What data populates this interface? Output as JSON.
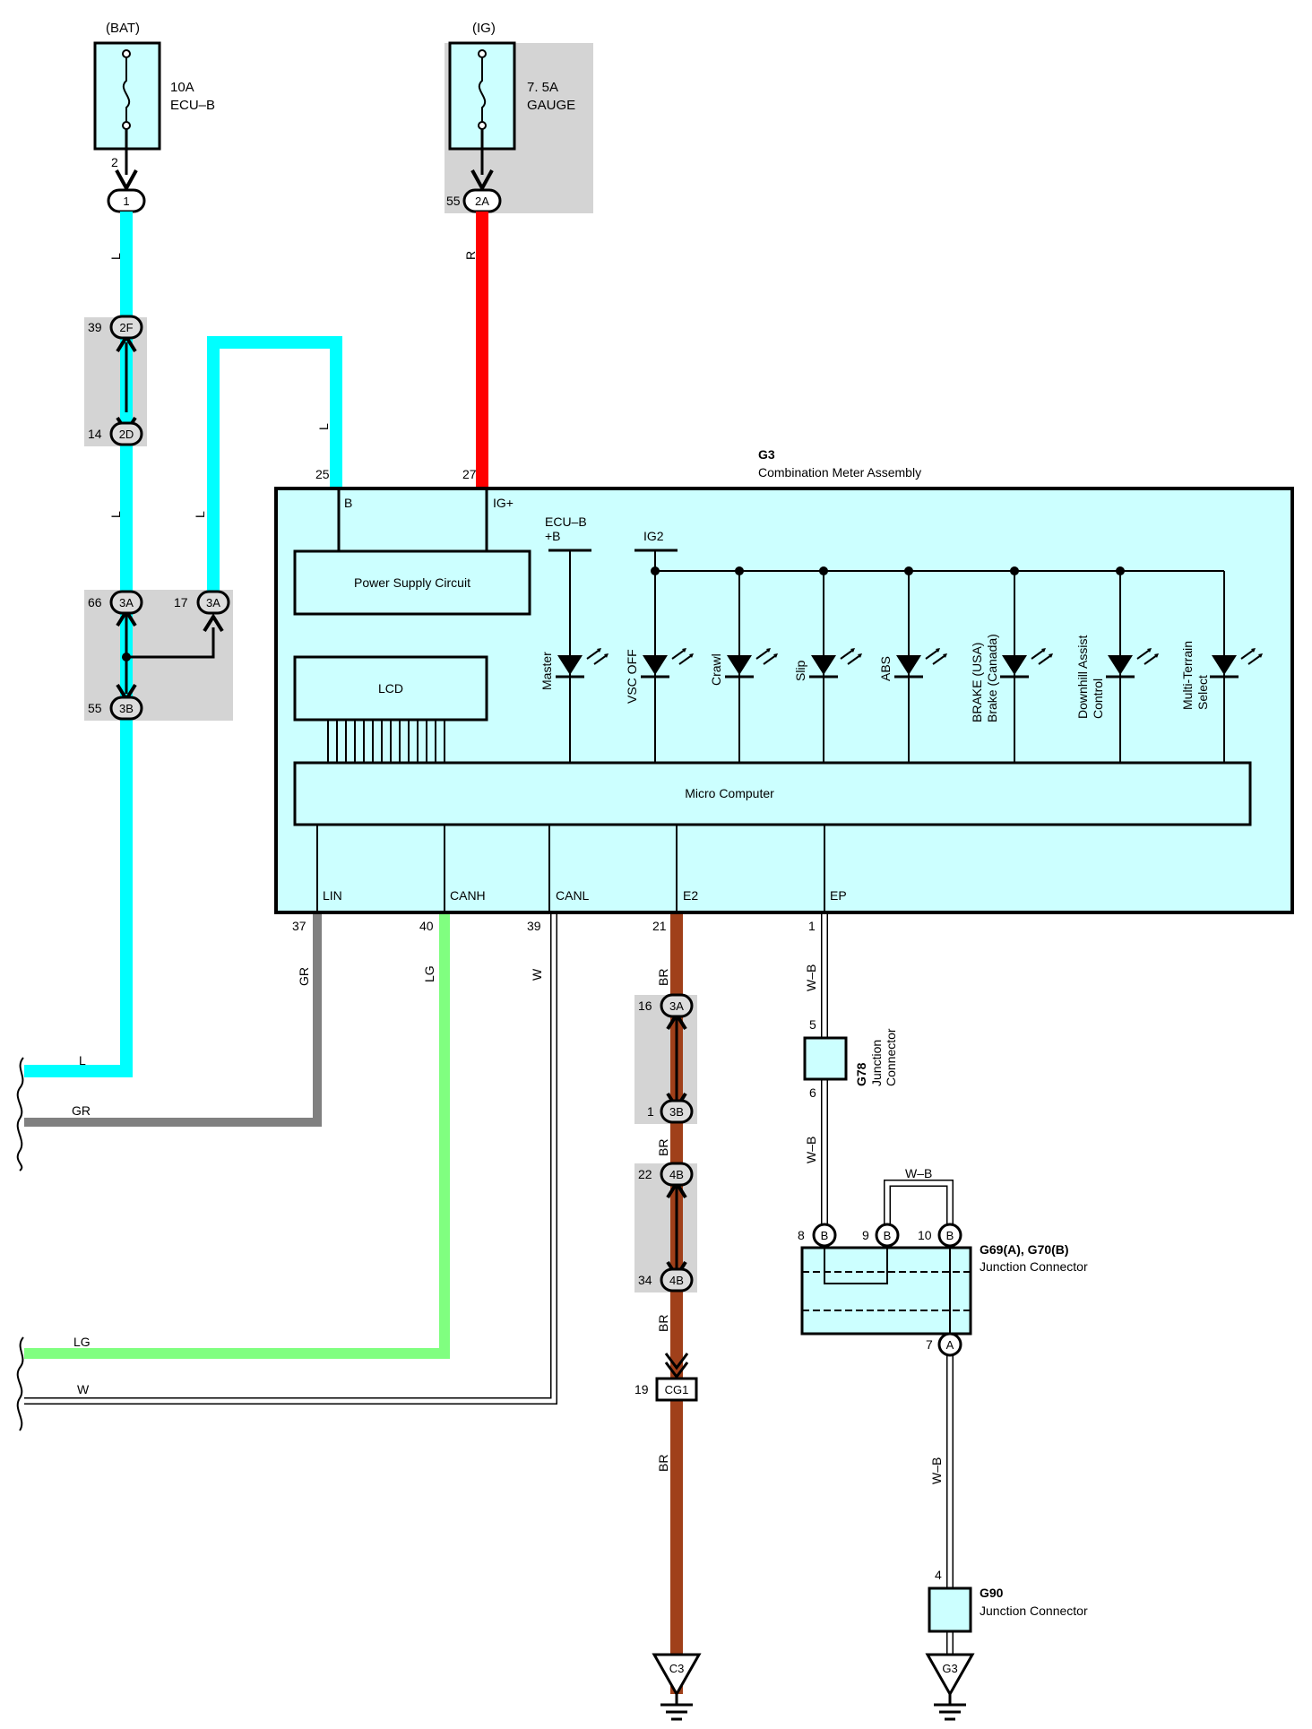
{
  "colors": {
    "wire_L": "#00ffff",
    "wire_R": "#ff0000",
    "wire_GR": "#808080",
    "wire_LG": "#80ff80",
    "wire_BR": "#a0401a",
    "wire_W": "#ffffff",
    "box_fill": "#ccffff",
    "shade": "#d4d4d4"
  },
  "fuses": {
    "bat": {
      "source": "(BAT)",
      "rating": "10A",
      "name": "ECU–B",
      "pin": "2",
      "connector": "1"
    },
    "ig": {
      "source": "(IG)",
      "rating": "7. 5A",
      "name": "GAUGE",
      "pin": "55",
      "connector": "2A"
    }
  },
  "connectors": {
    "c2F": {
      "pin": "39",
      "label": "2F"
    },
    "c2D": {
      "pin": "14",
      "label": "2D"
    },
    "c3A_66": {
      "pin": "66",
      "label": "3A"
    },
    "c3A_17": {
      "pin": "17",
      "label": "3A"
    },
    "c3B_55": {
      "pin": "55",
      "label": "3B"
    },
    "c3A_16": {
      "pin": "16",
      "label": "3A"
    },
    "c3B_1": {
      "pin": "1",
      "label": "3B"
    },
    "c4B_22": {
      "pin": "22",
      "label": "4B"
    },
    "c4B_34": {
      "pin": "34",
      "label": "4B"
    },
    "cg1": {
      "pin": "19",
      "label": "CG1"
    }
  },
  "wire_labels": {
    "L": "L",
    "R": "R",
    "GR": "GR",
    "LG": "LG",
    "W": "W",
    "BR": "BR",
    "WB": "W–B"
  },
  "meter": {
    "id": "G3",
    "name": "Combination Meter Assembly",
    "pin_B": "25",
    "term_B": "B",
    "pin_IG": "27",
    "term_IG": "IG+",
    "ecub": "ECU–B",
    "plusb": "+B",
    "ig2": "IG2",
    "power_supply": "Power Supply Circuit",
    "lcd": "LCD",
    "micro": "Micro Computer",
    "leds": [
      "Master",
      "VSC OFF",
      "Crawl",
      "Slip",
      "ABS",
      "BRAKE (USA)",
      "Brake (Canada)",
      "Downhill Assist",
      "Control",
      "Multi-Terrain",
      "Select"
    ],
    "bottom_terms": [
      "LIN",
      "CANH",
      "CANL",
      "E2",
      "EP"
    ],
    "bottom_pins": [
      "37",
      "40",
      "39",
      "21",
      "1"
    ]
  },
  "g78": {
    "id": "G78",
    "line1": "Junction",
    "line2": "Connector",
    "pin_top": "5",
    "pin_bot": "6"
  },
  "g69": {
    "id": "G69(A), G70(B)",
    "name": "Junction Connector",
    "pins": [
      "8",
      "9",
      "10",
      "7"
    ],
    "b": "B",
    "a": "A"
  },
  "g90": {
    "id": "G90",
    "name": "Junction Connector",
    "pin": "4"
  },
  "grounds": {
    "left": "C3",
    "right": "G3"
  }
}
